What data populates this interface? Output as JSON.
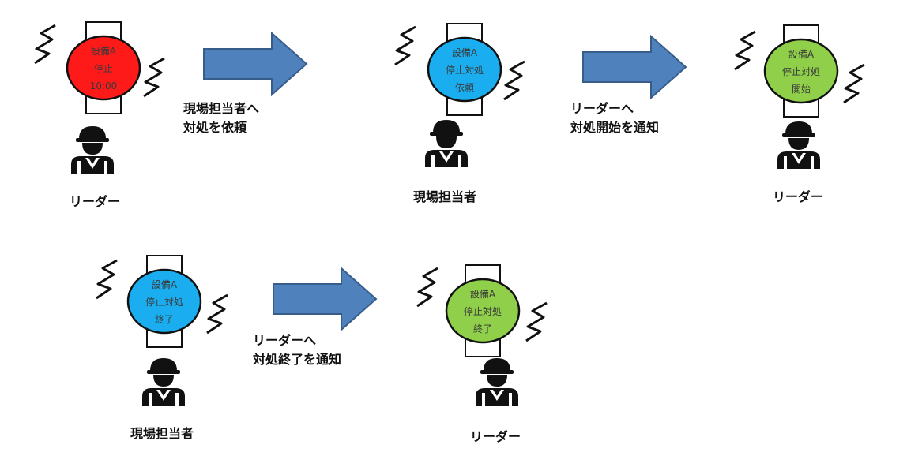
{
  "watches": [
    {
      "lines": [
        "設備A",
        "停止",
        "10:00"
      ],
      "color": "#ff1a1a"
    },
    {
      "lines": [
        "設備A",
        "停止対処",
        "依頼"
      ],
      "color": "#1aaef0"
    },
    {
      "lines": [
        "設備A",
        "停止対処",
        "開始"
      ],
      "color": "#8fcf4a"
    },
    {
      "lines": [
        "設備A",
        "停止対処",
        "終了"
      ],
      "color": "#1aaef0"
    },
    {
      "lines": [
        "設備A",
        "停止対処",
        "終了"
      ],
      "color": "#8fcf4a"
    }
  ],
  "messages": [
    {
      "lines": [
        "現場担当者へ",
        "対処を依頼"
      ]
    },
    {
      "lines": [
        "リーダーへ",
        "対処開始を通知"
      ]
    },
    {
      "lines": [
        "リーダーへ",
        "対処終了を通知"
      ]
    }
  ],
  "persons": [
    {
      "label": "リーダー",
      "icon": "worker-icon"
    },
    {
      "label": "現場担当者",
      "icon": "worker-icon"
    },
    {
      "label": "リーダー",
      "icon": "worker-icon"
    },
    {
      "label": "現場担当者",
      "icon": "worker-icon"
    },
    {
      "label": "リーダー",
      "icon": "worker-icon"
    }
  ],
  "colors": {
    "arrow_fill": "#4f81bd",
    "arrow_stroke": "#385d8a"
  }
}
